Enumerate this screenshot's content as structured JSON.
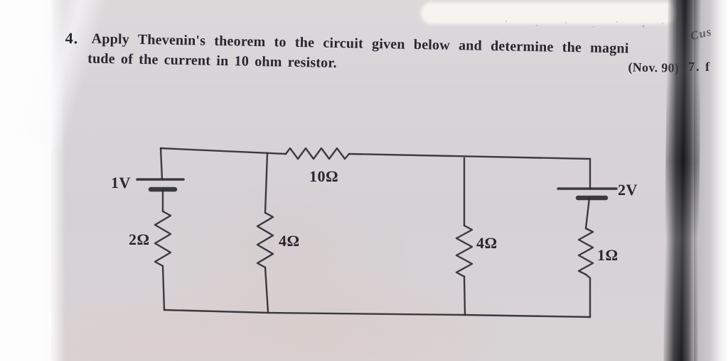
{
  "question": {
    "number": "4.",
    "line1": "Apply Thevenin's theorem to the circuit given below and determine the magni",
    "line2": "tude of the current in 10 ohm resistor.",
    "source": "(Nov. 90)"
  },
  "margin": {
    "handwriting_mark": "Cus",
    "next_page_fragment": "7. f"
  },
  "circuit": {
    "components": [
      {
        "id": "v1",
        "type": "battery",
        "label": "1V"
      },
      {
        "id": "r2",
        "type": "resistor",
        "label": "2Ω"
      },
      {
        "id": "r4a",
        "type": "resistor",
        "label": "4Ω"
      },
      {
        "id": "r10",
        "type": "resistor",
        "label": "10Ω"
      },
      {
        "id": "r4b",
        "type": "resistor",
        "label": "4Ω"
      },
      {
        "id": "v2",
        "type": "battery",
        "label": "2V"
      },
      {
        "id": "r1",
        "type": "resistor",
        "label": "1Ω"
      }
    ]
  },
  "colors": {
    "paper": "#d6d3d6",
    "ink": "#2d2d34",
    "spine_shadow": "#1f1f23",
    "scan_background": "#fdfdfd"
  }
}
